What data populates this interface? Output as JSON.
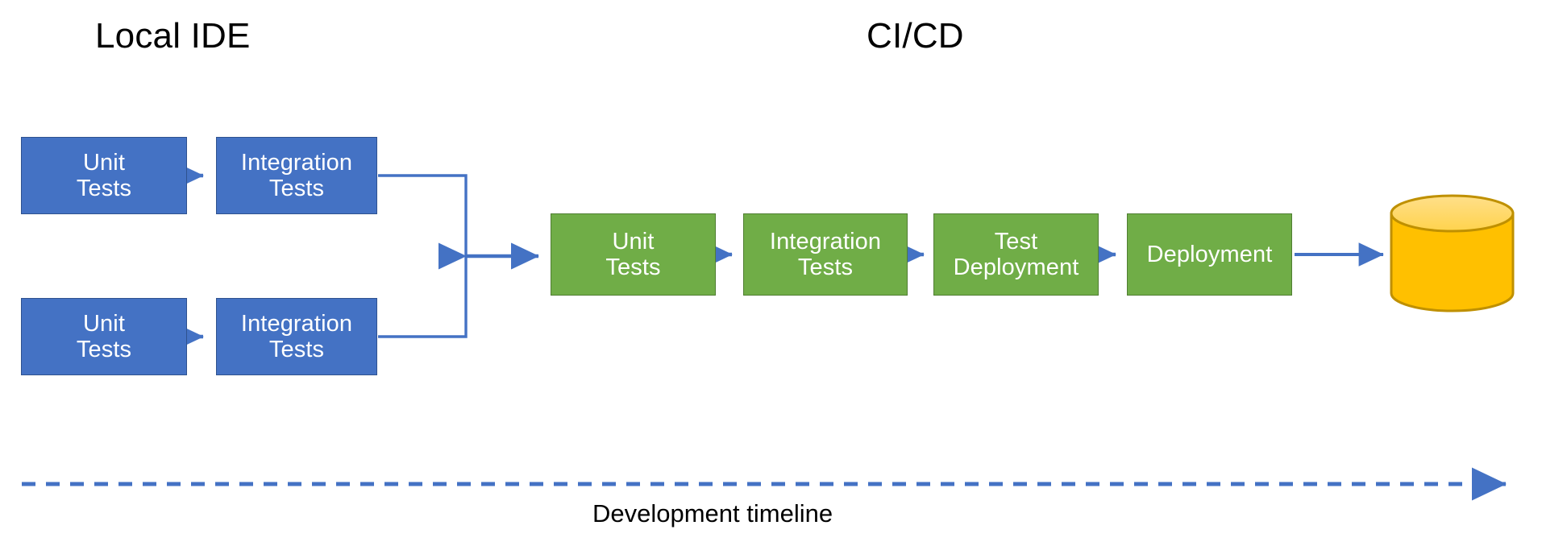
{
  "diagram": {
    "type": "flowchart",
    "title_local": "Local IDE",
    "title_cicd": "CI/CD",
    "colors": {
      "blue_fill": "#4472C4",
      "blue_stroke": "#2F528F",
      "green_fill": "#70AD47",
      "green_stroke": "#507E32",
      "cylinder_body": "#FFC000",
      "cylinder_top": "#FFD966",
      "cylinder_stroke": "#BF9000",
      "connector": "#4472C4",
      "text_on_shape": "#FFFFFF",
      "text_label": "#000000",
      "background": "#FFFFFF"
    },
    "local_ide": {
      "rows": [
        {
          "unit_label": "Unit\nTests",
          "integration_label": "Integration\nTests"
        },
        {
          "unit_label": "Unit\nTests",
          "integration_label": "Integration\nTests"
        }
      ]
    },
    "cicd": {
      "stages": [
        {
          "label": "Unit\nTests"
        },
        {
          "label": "Integration\nTests"
        },
        {
          "label": "Test\nDeployment"
        },
        {
          "label": "Deployment"
        }
      ],
      "artifact_store": {
        "shape": "cylinder",
        "label": ""
      }
    },
    "timeline": {
      "label": "Development timeline",
      "style": "dashed-arrow",
      "direction": "left-to-right"
    }
  }
}
